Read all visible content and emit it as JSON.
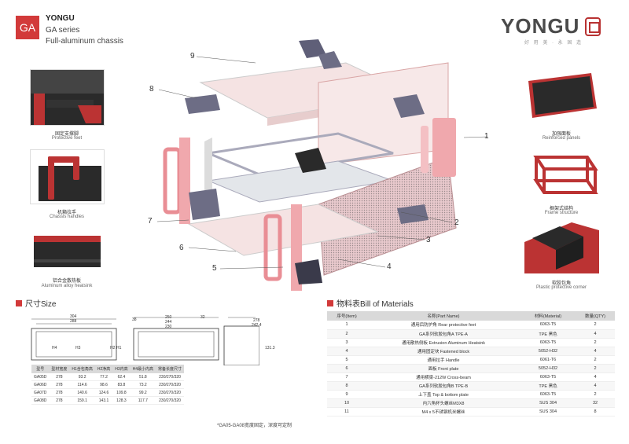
{
  "header": {
    "badge": "GA",
    "brand": "YONGU",
    "series": "GA series",
    "subtitle": "Full-aluminum chassis"
  },
  "logo": {
    "word": "YONGU",
    "tagline": "好 用 美 · 永 固 造"
  },
  "photos": {
    "left": [
      {
        "cn": "固定支撑脚",
        "en": "Protective feet"
      },
      {
        "cn": "机箱拉手",
        "en": "Chassis handles"
      },
      {
        "cn": "铝合金散热板",
        "en": "Aluminum alloy heatsink"
      }
    ],
    "right": [
      {
        "cn": "加强面板",
        "en": "Reinforced panels"
      },
      {
        "cn": "框架式结构",
        "en": "Frame structure"
      },
      {
        "cn": "软胶包角",
        "en": "Plastic protective corner"
      }
    ]
  },
  "callouts": [
    "1",
    "2",
    "3",
    "4",
    "5",
    "6",
    "7",
    "8",
    "9"
  ],
  "size_section": {
    "title": "尺寸Size",
    "dims": {
      "front_w_total": "304",
      "front_w_inner": "288",
      "side_a": "250",
      "side_b": "244",
      "side_c": "230",
      "side_left": "38",
      "side_right": "32",
      "top_a": "278",
      "top_b": "242.4",
      "top_h": "131.3",
      "h1": "H1",
      "h2": "H2",
      "h3": "H3",
      "h4": "H4"
    },
    "headers": [
      "型号",
      "型材宽度",
      "H1含包角高",
      "H2净高",
      "H3内高",
      "H4最小内高",
      "常备长度尺寸"
    ],
    "rows": [
      [
        "GA05D",
        "278",
        "93.2",
        "77.2",
        "62.4",
        "51.8",
        "230/270/320"
      ],
      [
        "GA06D",
        "278",
        "114.6",
        "98.6",
        "83.8",
        "73.2",
        "230/270/320"
      ],
      [
        "GA07D",
        "278",
        "140.6",
        "124.6",
        "109.8",
        "99.2",
        "230/270/320"
      ],
      [
        "GA08D",
        "278",
        "159.1",
        "143.1",
        "128.3",
        "117.7",
        "230/270/320"
      ]
    ],
    "note": "*GA05-GA08宽度固定，深度可定制"
  },
  "bom_section": {
    "title": "物料表Bill of Materials",
    "headers": [
      "序号(Item)",
      "名称(Part Name)",
      "材料(Material)",
      "数量(QTY)"
    ],
    "rows": [
      [
        "1",
        "通用后防护角  Rear protective feet",
        "6063-T5",
        "2"
      ],
      [
        "2",
        "GA系列软胶包角A  TPE-A",
        "TPE 黑色",
        "4"
      ],
      [
        "3",
        "通用散热侧板  Extrusion Aluminum Heatsink",
        "6063-T5",
        "2"
      ],
      [
        "4",
        "通用固定块  Fastened block",
        "5052-H32",
        "4"
      ],
      [
        "5",
        "通用拉手  Handle",
        "6061-T6",
        "2"
      ],
      [
        "6",
        "面板  Front plate",
        "5052-H32",
        "2"
      ],
      [
        "7",
        "通用横梁-212W  Cross-beam",
        "6063-T5",
        "4"
      ],
      [
        "8",
        "GA系列软胶包角B TPE-B",
        "TPE 黑色",
        "4"
      ],
      [
        "9",
        "上下盖  Top & bottom plate",
        "6063-T5",
        "2"
      ],
      [
        "10",
        "内六角杯头螺丝M3X8",
        "SUS 304",
        "32"
      ],
      [
        "11",
        "M4 x 5不锈钢机米螺丝",
        "SUS 304",
        "8"
      ]
    ]
  },
  "colors": {
    "accent": "#d23a3a",
    "frame_pink": "#f2b6b6",
    "rubber_dark": "#5a5a6e",
    "aluminum": "#c9ccd1"
  }
}
